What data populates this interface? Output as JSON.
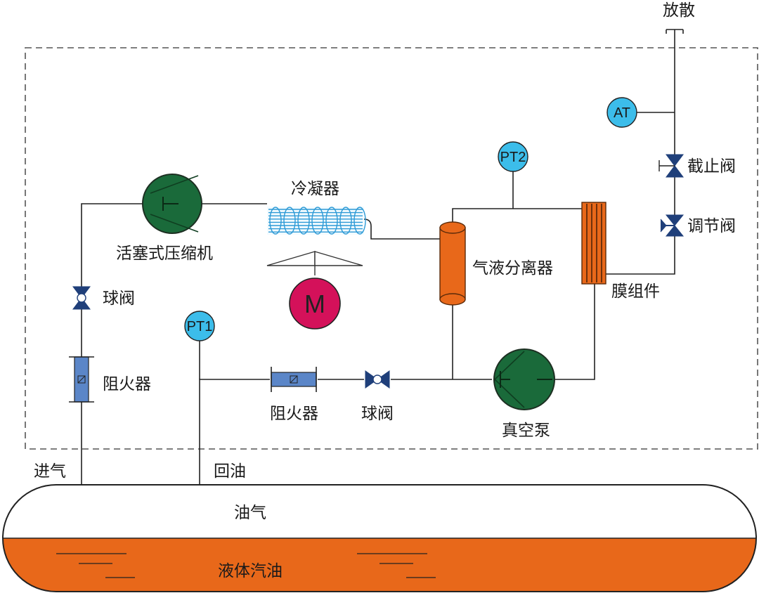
{
  "colors": {
    "compressor": "#1a6a3a",
    "motor": "#d4115a",
    "instrument": "#3cbdea",
    "separator": "#e8681a",
    "membrane": "#e8681a",
    "condenser_coil": "#2d9ad6",
    "valve": "#1f3f7a",
    "arrester": "#5b86c8",
    "gasoline": "#e8681a"
  },
  "labels": {
    "vent": "放散",
    "condenser": "冷凝器",
    "compressor": "活塞式压缩机",
    "motor": "M",
    "ball_valve_left": "球阀",
    "flame_arrester_left": "阻火器",
    "pt1": "PT1",
    "pt2": "PT2",
    "at": "AT",
    "separator": "气液分离器",
    "stop_valve": "截止阀",
    "control_valve": "调节阀",
    "membrane": "膜组件",
    "flame_arrester_bottom": "阻火器",
    "ball_valve_bottom": "球阀",
    "vacuum_pump": "真空泵",
    "inlet": "进气",
    "oil_return": "回油",
    "vapor": "油气",
    "liquid": "液体汽油"
  },
  "icons": {
    "compressor": "compressor-icon",
    "motor": "motor-icon",
    "vacuum_pump": "vacuum-pump-icon",
    "valve": "ball-valve-icon",
    "arrester": "flame-arrester-icon",
    "instrument": "instrument-bubble-icon"
  }
}
